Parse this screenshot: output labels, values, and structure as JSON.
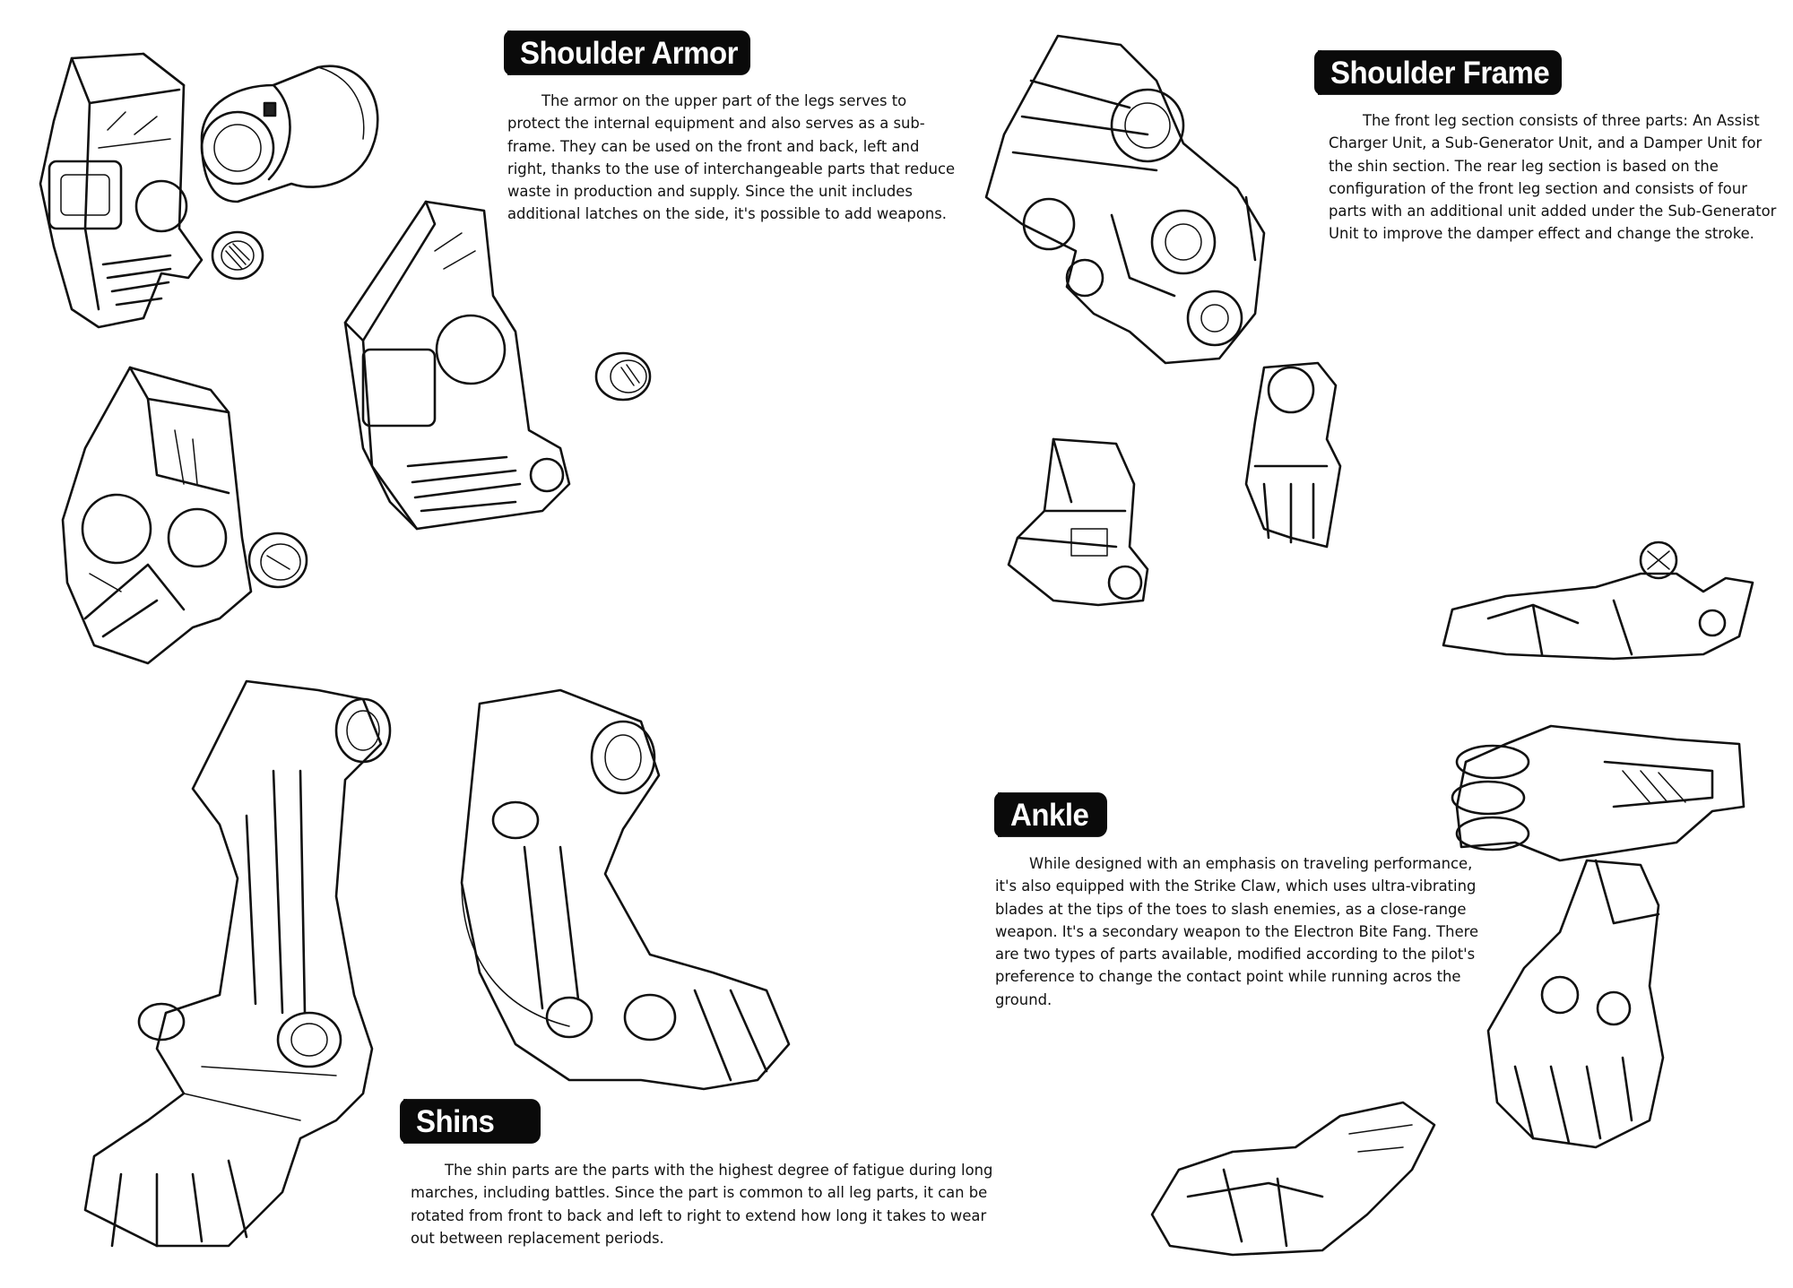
{
  "sections": {
    "shoulder_armor": {
      "title": "Shoulder Armor",
      "body": "The armor on the upper part of the legs serves to protect the internal equipment and also serves as a sub-frame. They can be used on the front and back, left and right, thanks to the use of interchangeable parts that reduce waste in production and supply. Since the unit includes additional latches on the side, it's possible to add weapons."
    },
    "shoulder_frame": {
      "title": "Shoulder Frame",
      "body": "The front leg section consists of three parts: An Assist Charger Unit, a Sub-Generator Unit, and a Damper Unit for the shin section. The rear leg section is based on the configuration of the front leg section and consists of four parts with an additional unit added under the Sub-Generator Unit to improve the damper effect and change the stroke."
    },
    "ankle": {
      "title": "Ankle",
      "body": "While designed with an emphasis on traveling performance, it's also equipped with the Strike Claw, which uses ultra-vibrating blades at the tips of the toes to slash enemies, as a close-range weapon. It's a secondary weapon to the Electron Bite Fang. There are two types of parts available, modified according to the pilot's preference to change the contact point while running acros the ground."
    },
    "shins": {
      "title": "Shins",
      "body": "The shin parts are the parts with the highest degree of fatigue during long marches, including battles. Since the part is common to all leg parts, it can be rotated from front to back and left to right to extend how long it takes to wear out between replacement periods."
    }
  }
}
